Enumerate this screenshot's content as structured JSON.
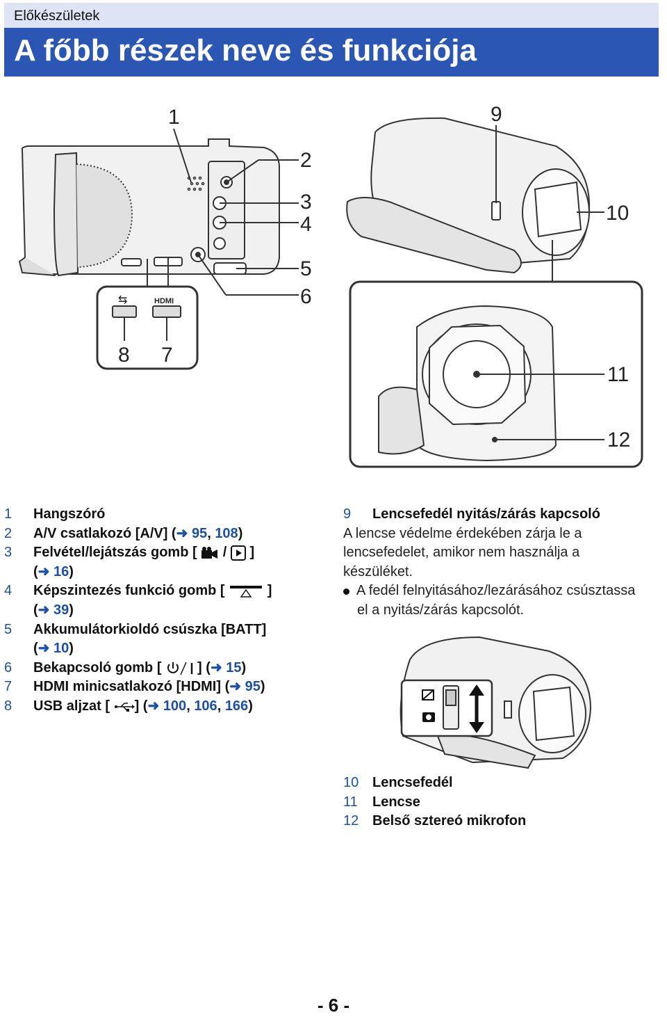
{
  "header": {
    "section": "Előkészületek",
    "title": "A főbb részek neve és funkciója"
  },
  "figure": {
    "callouts": [
      "1",
      "2",
      "3",
      "4",
      "5",
      "6",
      "7",
      "8",
      "9",
      "10",
      "11",
      "12"
    ],
    "usb_label": "⇆",
    "hdmi_label": "HDMI"
  },
  "parts_left": [
    {
      "num": "1",
      "text": "Hangszóró"
    },
    {
      "num": "2",
      "text": "A/V csatlakozó [A/V] (",
      "refs": [
        "95",
        "108"
      ]
    },
    {
      "num": "3",
      "text": "Felvétel/lejátszás gomb [",
      "sep": "/",
      "close": "]",
      "refs": [
        "16"
      ]
    },
    {
      "num": "4",
      "text": "Képszintezés funkció gomb [",
      "close": "]",
      "refs": [
        "39"
      ]
    },
    {
      "num": "5",
      "text": "Akkumulátorkioldó csúszka [BATT]",
      "refs": [
        "10"
      ]
    },
    {
      "num": "6",
      "text": "Bekapcsoló gomb [",
      "close": "] (",
      "refs": [
        "15"
      ]
    },
    {
      "num": "7",
      "text": "HDMI minicsatlakozó [HDMI] (",
      "refs": [
        "95"
      ]
    },
    {
      "num": "8",
      "text": "USB aljzat [",
      "close": "] (",
      "refs": [
        "100",
        "106",
        "166"
      ]
    }
  ],
  "part9": {
    "num": "9",
    "title": "Lencsefedél nyitás/zárás kapcsoló",
    "desc_lines": [
      "A lencse védelme érdekében zárja le a",
      "lencsefedelet, amikor nem használja a",
      "készüléket."
    ],
    "bullet_lines": [
      "A fedél felnyitásához/lezárásához csúsztassa",
      "el a nyitás/zárás kapcsolót."
    ]
  },
  "parts_right": [
    {
      "num": "10",
      "text": "Lencsefedél"
    },
    {
      "num": "11",
      "text": "Lencse"
    },
    {
      "num": "12",
      "text": "Belső sztereó mikrofon"
    }
  ],
  "page_number": "- 6 -",
  "colors": {
    "title_band": "#2b56b3",
    "section_band": "#dfe4f4",
    "ref": "#1c4fa8"
  }
}
